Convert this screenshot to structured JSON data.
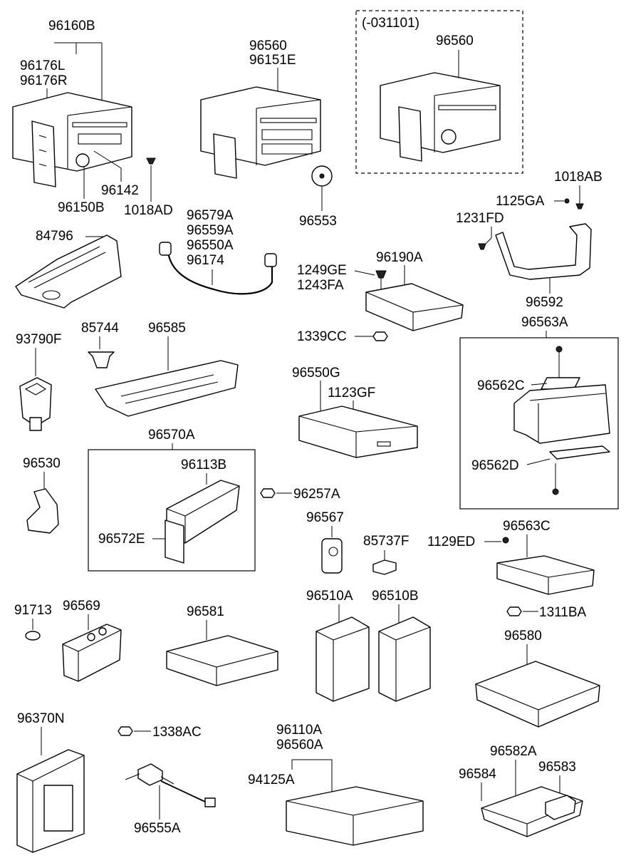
{
  "labels": {
    "l96160B": "96160B",
    "l96176L": "96176L",
    "l96176R": "96176R",
    "l96142": "96142",
    "l96150B": "96150B",
    "l1018AD": "1018AD",
    "l96560a": "96560",
    "l96151E": "96151E",
    "l96553": "96553",
    "l031101": "(-031101)",
    "l96560b": "96560",
    "l1018AB": "1018AB",
    "l1125GA": "1125GA",
    "l1231FD": "1231FD",
    "l96592": "96592",
    "l84796": "84796",
    "l96579A": "96579A",
    "l96559A": "96559A",
    "l96550A": "96550A",
    "l96174": "96174",
    "l1249GE": "1249GE",
    "l1243FA": "1243FA",
    "l96190A": "96190A",
    "l1339CC": "1339CC",
    "l96563A": "96563A",
    "l96562C": "96562C",
    "l96562D": "96562D",
    "l93790F": "93790F",
    "l85744": "85744",
    "l96585": "96585",
    "l96550G": "96550G",
    "l1123GF": "1123GF",
    "l96570A": "96570A",
    "l96113B": "96113B",
    "l96572E": "96572E",
    "l96257A": "96257A",
    "l96530": "96530",
    "l96567": "96567",
    "l85737F": "85737F",
    "l1129ED": "1129ED",
    "l96563C": "96563C",
    "l1311BA": "1311BA",
    "l91713": "91713",
    "l96569": "96569",
    "l96581": "96581",
    "l96510A": "96510A",
    "l96510B": "96510B",
    "l96580": "96580",
    "l96370N": "96370N",
    "l1338AC": "1338AC",
    "l96555A": "96555A",
    "l96110A": "96110A",
    "l96560A": "96560A",
    "l94125A": "94125A",
    "l96582A": "96582A",
    "l96584": "96584",
    "l96583": "96583"
  }
}
